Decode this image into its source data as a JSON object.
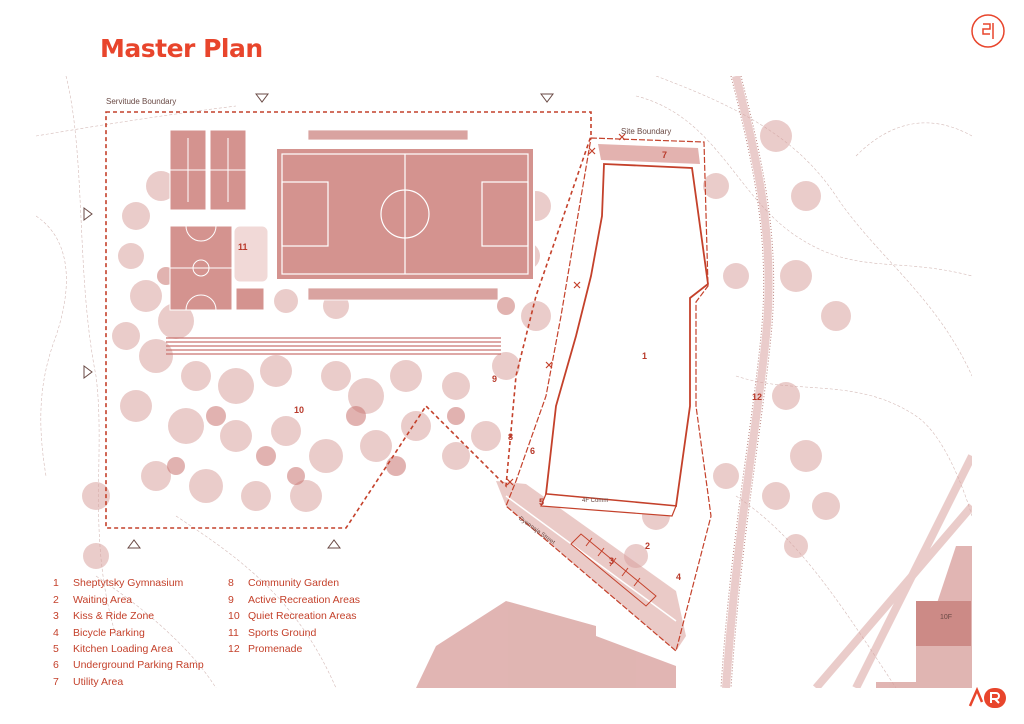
{
  "title": "Master Plan",
  "colors": {
    "accent": "#e8452c",
    "plan": "#d9a3a0",
    "pitch": "#d4938f",
    "line": "#c4412b"
  },
  "labels": {
    "servitude_boundary": "Servitude Boundary",
    "site_boundary": "Site Boundary",
    "street": "Dyennaja Street",
    "building_4f": "4F Comm",
    "building_10f": "10F"
  },
  "map_numbers": {
    "n1": "1",
    "n2": "2",
    "n3": "3",
    "n4": "4",
    "n5": "5",
    "n6": "6",
    "n7": "7",
    "n8": "8",
    "n9": "9",
    "n10": "10",
    "n11": "11",
    "n12": "12"
  },
  "legend": [
    {
      "num": "1",
      "text": "Sheptytsky Gymnasium"
    },
    {
      "num": "2",
      "text": "Waiting Area"
    },
    {
      "num": "3",
      "text": "Kiss & Ride Zone"
    },
    {
      "num": "4",
      "text": "Bicycle Parking"
    },
    {
      "num": "5",
      "text": "Kitchen Loading Area"
    },
    {
      "num": "6",
      "text": "Underground Parking Ramp"
    },
    {
      "num": "7",
      "text": "Utility Area"
    },
    {
      "num": "8",
      "text": "Community Garden"
    },
    {
      "num": "9",
      "text": "Active Recreation Areas"
    },
    {
      "num": "10",
      "text": "Quiet Recreation Areas"
    },
    {
      "num": "11",
      "text": "Sports Ground"
    },
    {
      "num": "12",
      "text": "Promenade"
    }
  ]
}
